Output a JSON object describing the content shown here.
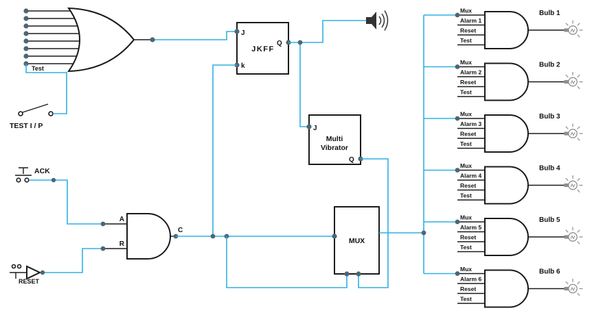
{
  "colors": {
    "wire": "#2fb0e3",
    "outline": "#1a1a1a",
    "dot": "#4d6673",
    "icon": "#8f8f8f",
    "speaker": "#333333"
  },
  "or_gate": {
    "test_input_label": "Test"
  },
  "test_switch": {
    "label": "TEST I / P"
  },
  "ack_switch": {
    "label": "ACK"
  },
  "reset_input": {
    "label": "RESET"
  },
  "jkff": {
    "title": "JKFF",
    "j": "J",
    "k": "k",
    "q": "Q"
  },
  "multivibrator": {
    "title_line1": "Multi",
    "title_line2": "Vibrator",
    "j": "J",
    "q": "Q"
  },
  "mux": {
    "title": "MUX"
  },
  "ack_and_gate": {
    "a": "A",
    "r": "R",
    "c": "C"
  },
  "icons": {
    "speaker": "speaker-icon",
    "bulb": "bulb-icon"
  },
  "bulb_groups": [
    {
      "inputs": [
        "Mux",
        "Alarm 1",
        "Reset",
        "Test"
      ],
      "bulb": "Bulb 1"
    },
    {
      "inputs": [
        "Mux",
        "Alarm 2",
        "Reset",
        "Test"
      ],
      "bulb": "Bulb 2"
    },
    {
      "inputs": [
        "Mux",
        "Alarm 3",
        "Reset",
        "Test"
      ],
      "bulb": "Bulb 3"
    },
    {
      "inputs": [
        "Mux",
        "Alarm 4",
        "Reset",
        "Test"
      ],
      "bulb": "Bulb 4"
    },
    {
      "inputs": [
        "Mux",
        "Alarm 5",
        "Reset",
        "Test"
      ],
      "bulb": "Bulb 5"
    },
    {
      "inputs": [
        "Mux",
        "Alarm 6",
        "Reset",
        "Test"
      ],
      "bulb": "Bulb 6"
    }
  ]
}
